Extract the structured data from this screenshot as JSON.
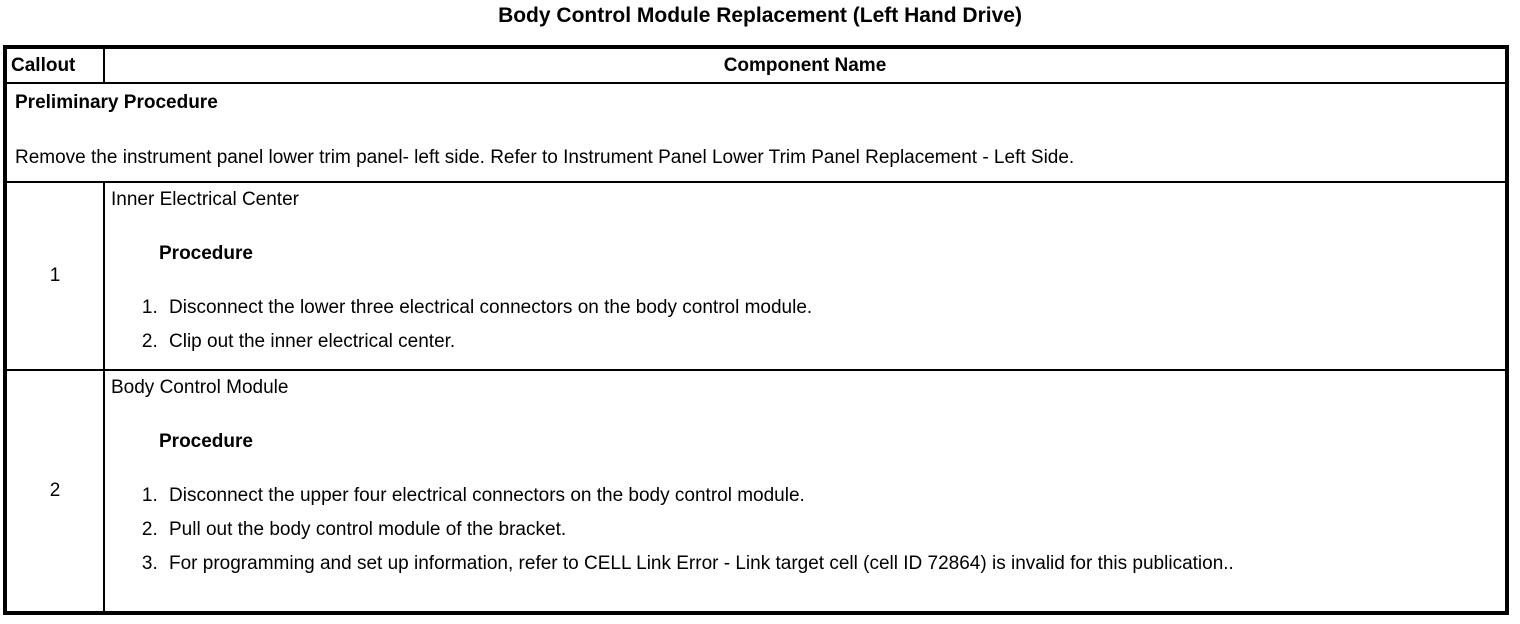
{
  "title": "Body Control Module Replacement (Left Hand Drive)",
  "table": {
    "headers": {
      "callout": "Callout",
      "component": "Component Name"
    },
    "preliminary": {
      "heading": "Preliminary Procedure",
      "text": "Remove the instrument panel lower trim panel- left side. Refer to Instrument Panel Lower Trim Panel Replacement - Left Side."
    },
    "rows": [
      {
        "callout": "1",
        "component": "Inner Electrical Center",
        "procedure_label": "Procedure",
        "steps": [
          "Disconnect the lower three electrical connectors on the body control module.",
          "Clip out the inner electrical center."
        ]
      },
      {
        "callout": "2",
        "component": "Body Control Module",
        "procedure_label": "Procedure",
        "steps": [
          "Disconnect the upper four electrical connectors on the body control module.",
          "Pull out the body control module of the bracket.",
          "For programming and set up information, refer to CELL Link Error - Link target cell (cell ID 72864) is invalid for this publication.."
        ]
      }
    ]
  }
}
